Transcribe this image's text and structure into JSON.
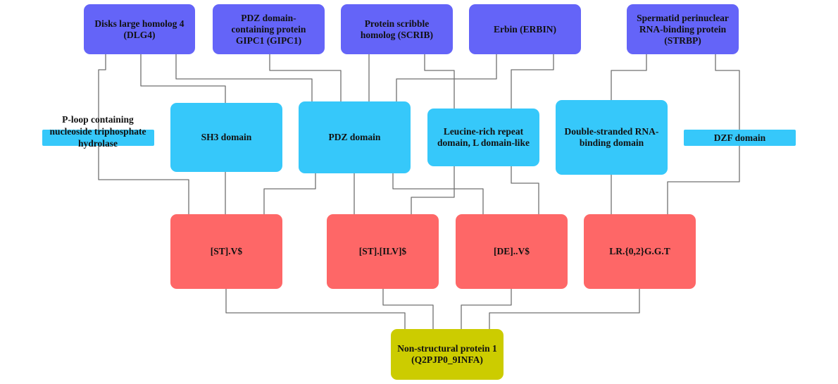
{
  "colors": {
    "protein": "#6464f8",
    "domain": "#36c8fa",
    "motif": "#fe6767",
    "target": "#cccc00",
    "edge": "#707070"
  },
  "proteins": {
    "dlg4": "Disks large homolog 4 (DLG4)",
    "gipc1": "PDZ domain-containing protein GIPC1 (GIPC1)",
    "scrib": "Protein scribble homolog (SCRIB)",
    "erbin": "Erbin (ERBIN)",
    "strbp": "Spermatid perinuclear RNA-binding protein (STRBP)"
  },
  "domains": {
    "ploop": "P-loop containing nucleoside triphosphate hydrolase",
    "sh3": "SH3 domain",
    "pdz": "PDZ domain",
    "lrr": "Leucine-rich repeat domain, L domain-like",
    "dsrbd": "Double-stranded RNA-binding domain",
    "dzf": "DZF domain"
  },
  "motifs": {
    "stv": "[ST].V$",
    "stilv": "[ST].[ILV]$",
    "dev": "[DE]..V$",
    "lrggt": "LR.{0,2}G.G.T"
  },
  "target": {
    "label": "Non-structural protein 1 (Q2PJP0_9INFA)"
  }
}
